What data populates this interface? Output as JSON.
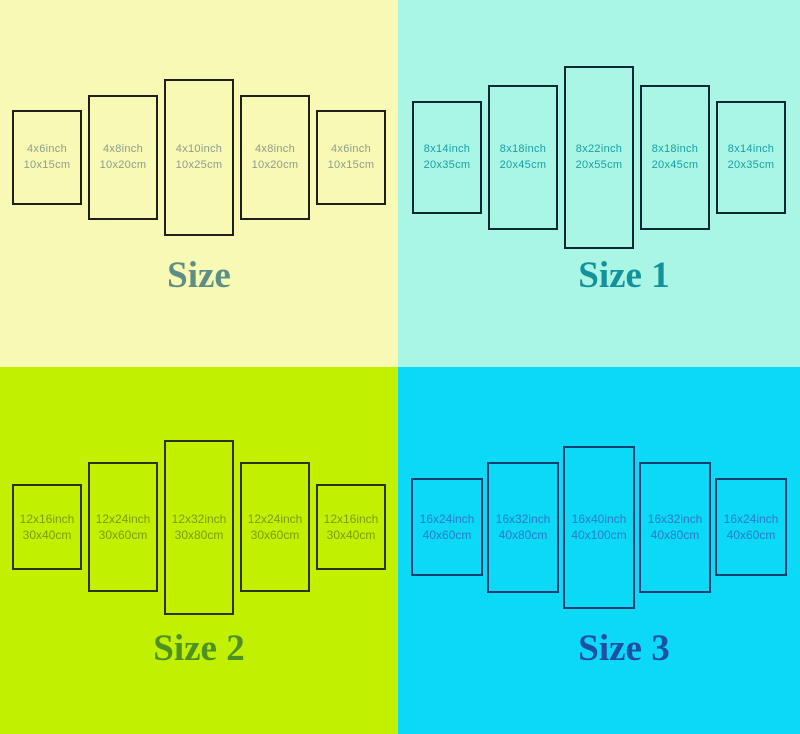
{
  "quadrants": [
    {
      "title": "Size",
      "bg": "#f8f9b4",
      "panel_border": "#20201a",
      "panel_text": "#8d9c8d",
      "title_color": "#5f8e85",
      "panels": [
        {
          "inch": "4x6inch",
          "cm": "10x15cm"
        },
        {
          "inch": "4x8inch",
          "cm": "10x20cm"
        },
        {
          "inch": "4x10inch",
          "cm": "10x25cm"
        },
        {
          "inch": "4x8inch",
          "cm": "10x20cm"
        },
        {
          "inch": "4x6inch",
          "cm": "10x15cm"
        }
      ]
    },
    {
      "title": "Size 1",
      "bg": "#a9f6e5",
      "panel_border": "#0b2834",
      "panel_text": "#17a0a6",
      "title_color": "#13929b",
      "panels": [
        {
          "inch": "8x14inch",
          "cm": "20x35cm"
        },
        {
          "inch": "8x18inch",
          "cm": "20x45cm"
        },
        {
          "inch": "8x22inch",
          "cm": "20x55cm"
        },
        {
          "inch": "8x18inch",
          "cm": "20x45cm"
        },
        {
          "inch": "8x14inch",
          "cm": "20x35cm"
        }
      ]
    },
    {
      "title": "Size 2",
      "bg": "#c2f001",
      "panel_border": "#283413",
      "panel_text": "#7c9c12",
      "title_color": "#4e9121",
      "panels": [
        {
          "inch": "12x16inch",
          "cm": "30x40cm"
        },
        {
          "inch": "12x24inch",
          "cm": "30x60cm"
        },
        {
          "inch": "12x32inch",
          "cm": "30x80cm"
        },
        {
          "inch": "12x24inch",
          "cm": "30x60cm"
        },
        {
          "inch": "12x16inch",
          "cm": "30x40cm"
        }
      ]
    },
    {
      "title": "Size 3",
      "bg": "#0bd9f5",
      "panel_border": "#0d3d71",
      "panel_text": "#2b7bc9",
      "title_color": "#1d4fa4",
      "panels": [
        {
          "inch": "16x24inch",
          "cm": "40x60cm"
        },
        {
          "inch": "16x32inch",
          "cm": "40x80cm"
        },
        {
          "inch": "16x40inch",
          "cm": "40x100cm"
        },
        {
          "inch": "16x32inch",
          "cm": "40x80cm"
        },
        {
          "inch": "16x24inch",
          "cm": "40x60cm"
        }
      ]
    }
  ]
}
